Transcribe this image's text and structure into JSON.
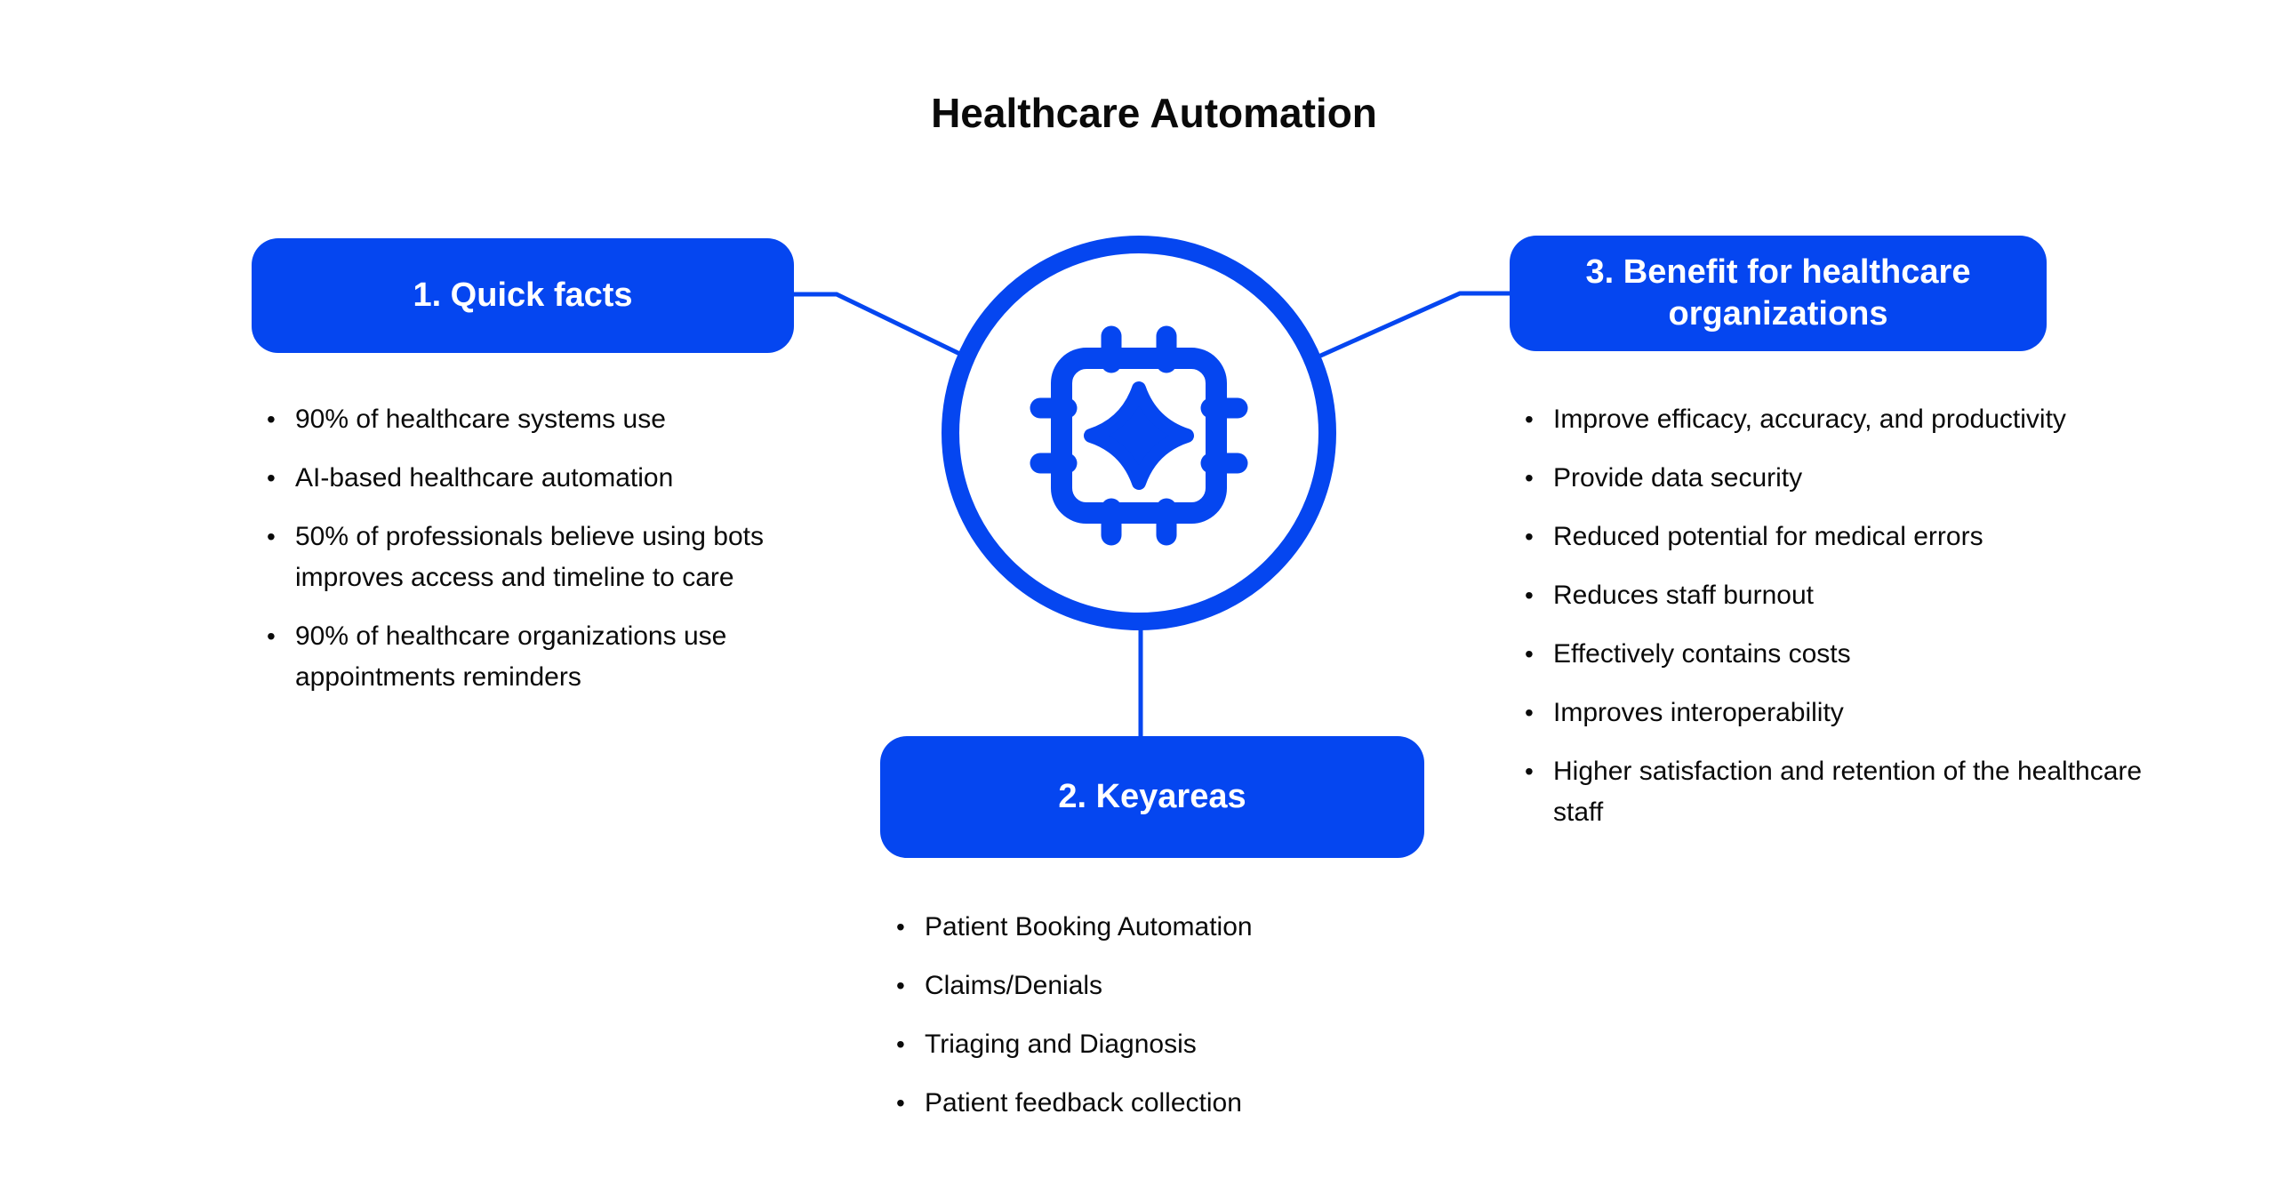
{
  "title": "Healthcare Automation",
  "colors": {
    "accent": "#0546f0",
    "text": "#0a0a0a",
    "label_text": "#ffffff",
    "background": "#ffffff"
  },
  "center": {
    "icon": "ai-chip-icon",
    "description": "circle node with AI processor chip glyph"
  },
  "sections": [
    {
      "label": "1. Quick facts",
      "bullets": [
        "90% of healthcare systems use",
        "AI-based healthcare automation",
        "50% of professionals believe using bots improves access and timeline to care",
        "90% of healthcare organizations use appointments reminders"
      ]
    },
    {
      "label": "2. Keyareas",
      "bullets": [
        "Patient Booking Automation",
        "Claims/Denials",
        "Triaging and Diagnosis",
        "Patient feedback collection"
      ]
    },
    {
      "label": "3. Benefit for healthcare organizations",
      "bullets": [
        "Improve efficacy, accuracy, and productivity",
        "Provide data security",
        "Reduced potential for medical errors",
        "Reduces staff burnout",
        "Effectively contains costs",
        "Improves interoperability",
        "Higher satisfaction and retention of the healthcare staff"
      ]
    }
  ]
}
